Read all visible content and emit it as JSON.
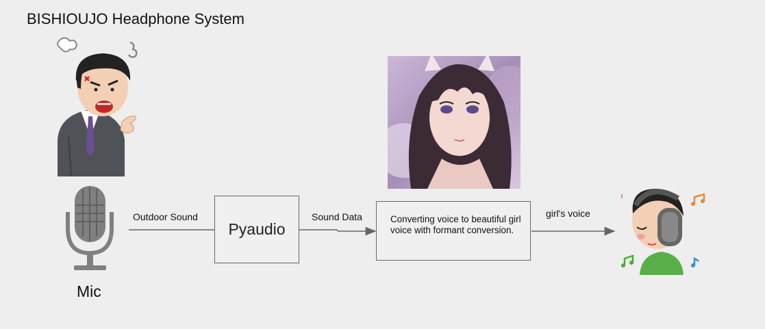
{
  "title": "BISHIOUJO Headphone System",
  "mic": {
    "label": "Mic"
  },
  "edges": {
    "outdoor_sound": "Outdoor Sound",
    "sound_data": "Sound Data",
    "girls_voice": "girl's voice"
  },
  "nodes": {
    "pyaudio": "Pyaudio",
    "converter": "Converting voice to beautiful girl voice with formant conversion."
  },
  "icons": {
    "angry_man": "angry-businessman-icon",
    "microphone": "microphone-icon",
    "anime_girl": "anime-girl-portrait",
    "listener": "listener-with-headphones-icon"
  },
  "colors": {
    "background": "#eeeeee",
    "arrow": "#666666",
    "box_border": "#666666"
  }
}
